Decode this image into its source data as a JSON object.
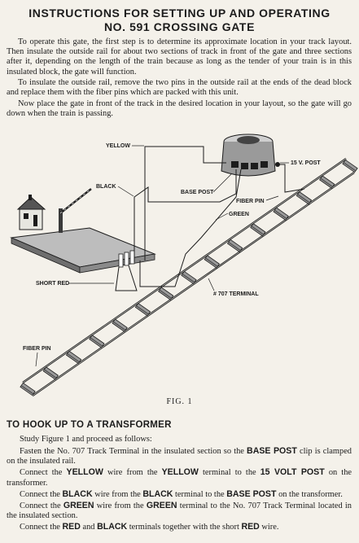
{
  "header": {
    "title_line1": "INSTRUCTIONS FOR SETTING UP AND OPERATING",
    "title_line2": "NO. 591 CROSSING GATE"
  },
  "intro_paragraphs": [
    "To operate this gate, the first step is to determine its approximate location in your track layout. Then insulate the outside rail for about two sections of track in front of the gate and three sections after it, depending on the length of the train because as long as the tender of your train is in this insulated block, the gate will function.",
    "To insulate the outside rail, remove the two pins in the outside rail at the ends of the dead block and replace them with the fiber pins which are packed with this unit.",
    "Now place the gate in front of the track in the desired location in your layout, so the gate will go down when the train is passing."
  ],
  "diagram": {
    "labels": {
      "yellow": "YELLOW",
      "black": "BLACK",
      "v15_post": "15 V. POST",
      "base_post": "BASE POST",
      "fiber_pin_top": "FIBER PIN",
      "green": "GREEN",
      "short_red": "SHORT RED",
      "terminal_707": "# 707 TERMINAL",
      "fiber_pin_bottom": "FIBER PIN"
    },
    "caption": "FIG. 1"
  },
  "hookup": {
    "heading": "TO HOOK UP TO A TRANSFORMER",
    "intro": "Study Figure 1 and proceed as follows:",
    "steps": [
      [
        {
          "t": "Fasten the No. 707 Track Terminal in the insulated section so the "
        },
        {
          "t": "BASE POST",
          "b": true
        },
        {
          "t": " clip is clamped on the insulated rail."
        }
      ],
      [
        {
          "t": "Connect the "
        },
        {
          "t": "YELLOW",
          "b": true
        },
        {
          "t": " wire from the "
        },
        {
          "t": "YELLOW",
          "b": true
        },
        {
          "t": " terminal to the "
        },
        {
          "t": "15 VOLT POST",
          "b": true
        },
        {
          "t": " on the transformer."
        }
      ],
      [
        {
          "t": "Connect the "
        },
        {
          "t": "BLACK",
          "b": true
        },
        {
          "t": " wire from the "
        },
        {
          "t": "BLACK",
          "b": true
        },
        {
          "t": " terminal to the "
        },
        {
          "t": "BASE POST",
          "b": true
        },
        {
          "t": " on the transformer."
        }
      ],
      [
        {
          "t": "Connect the "
        },
        {
          "t": "GREEN",
          "b": true
        },
        {
          "t": " wire from the "
        },
        {
          "t": "GREEN",
          "b": true
        },
        {
          "t": " terminal to the No. 707 Track Terminal located in the insulated section."
        }
      ],
      [
        {
          "t": "Connect the "
        },
        {
          "t": "RED",
          "b": true
        },
        {
          "t": " and "
        },
        {
          "t": "BLACK",
          "b": true
        },
        {
          "t": " terminals together with the short "
        },
        {
          "t": "RED",
          "b": true
        },
        {
          "t": " wire."
        }
      ]
    ]
  }
}
